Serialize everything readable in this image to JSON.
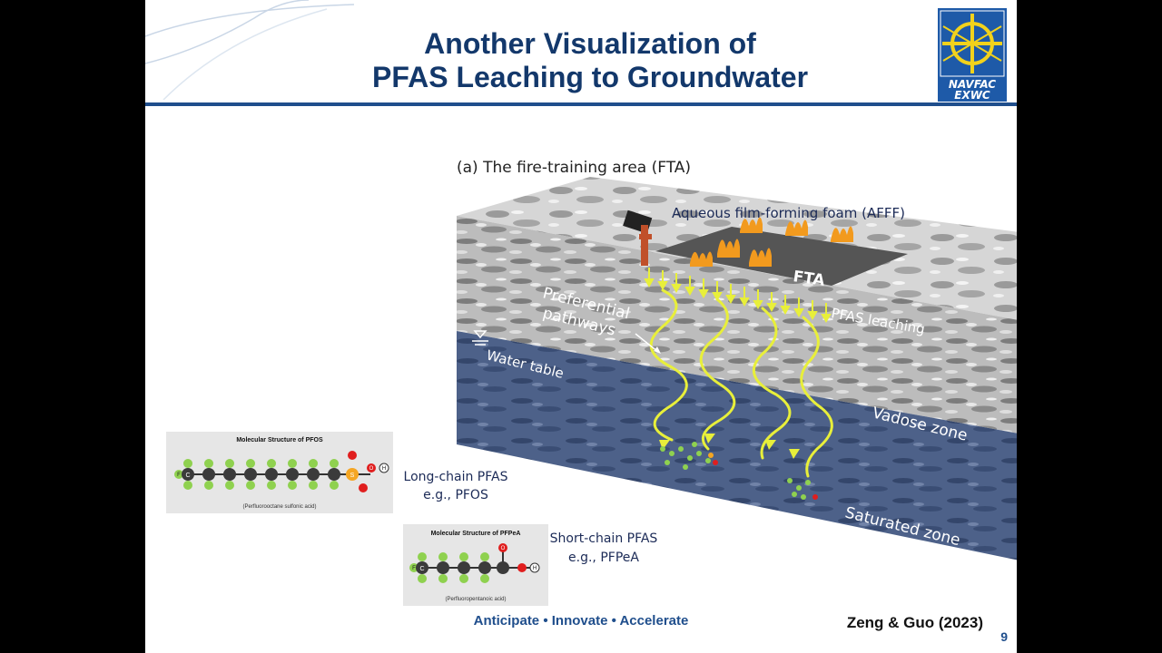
{
  "slide": {
    "title_line1": "Another Visualization of",
    "title_line2": "PFAS Leaching to Groundwater",
    "footer_tagline": "Anticipate • Innovate • Accelerate",
    "citation": "Zeng & Guo (2023)",
    "page_number": "9",
    "logo": {
      "line1": "NAVFAC",
      "line2": "EXWC"
    }
  },
  "diagram": {
    "panel_label": "(a) The fire-training area (FTA)",
    "afff_label": "Aqueous film-forming foam (AFFF)",
    "fta_label": "FTA",
    "preferential_line1": "Preferential",
    "preferential_line2": "pathways",
    "leaching_label": "PFAS leaching",
    "water_table_label": "Water table",
    "vadose_label": "Vadose zone",
    "saturated_label": "Saturated zone",
    "long_chain_line1": "Long-chain PFAS",
    "long_chain_line2": "e.g., PFOS",
    "short_chain_line1": "Short-chain PFAS",
    "short_chain_line2": "e.g., PFPeA"
  },
  "pfos": {
    "title": "Molecular Structure of PFOS",
    "caption": "(Perfluorooctane sulfonic acid)",
    "carbon": "C",
    "fluorine": "F",
    "sulfur": "S",
    "oxygen": "O",
    "hydrogen": "H"
  },
  "pfpea": {
    "title": "Molecular Structure of PFPeA",
    "caption": "(Perfluoropentanoic acid)",
    "carbon": "C",
    "fluorine": "F",
    "oxygen": "O",
    "hydrogen": "H"
  },
  "colors": {
    "title_blue": "#13386b",
    "accent_blue": "#1f4e8c",
    "fluorine_green": "#8fd14f",
    "carbon_gray": "#3b3b3b",
    "oxygen_red": "#e01e1e",
    "sulfur_orange": "#f5a623",
    "pathway_yellow": "#e8ef3a",
    "saturated_blue": "#4a5f86"
  }
}
